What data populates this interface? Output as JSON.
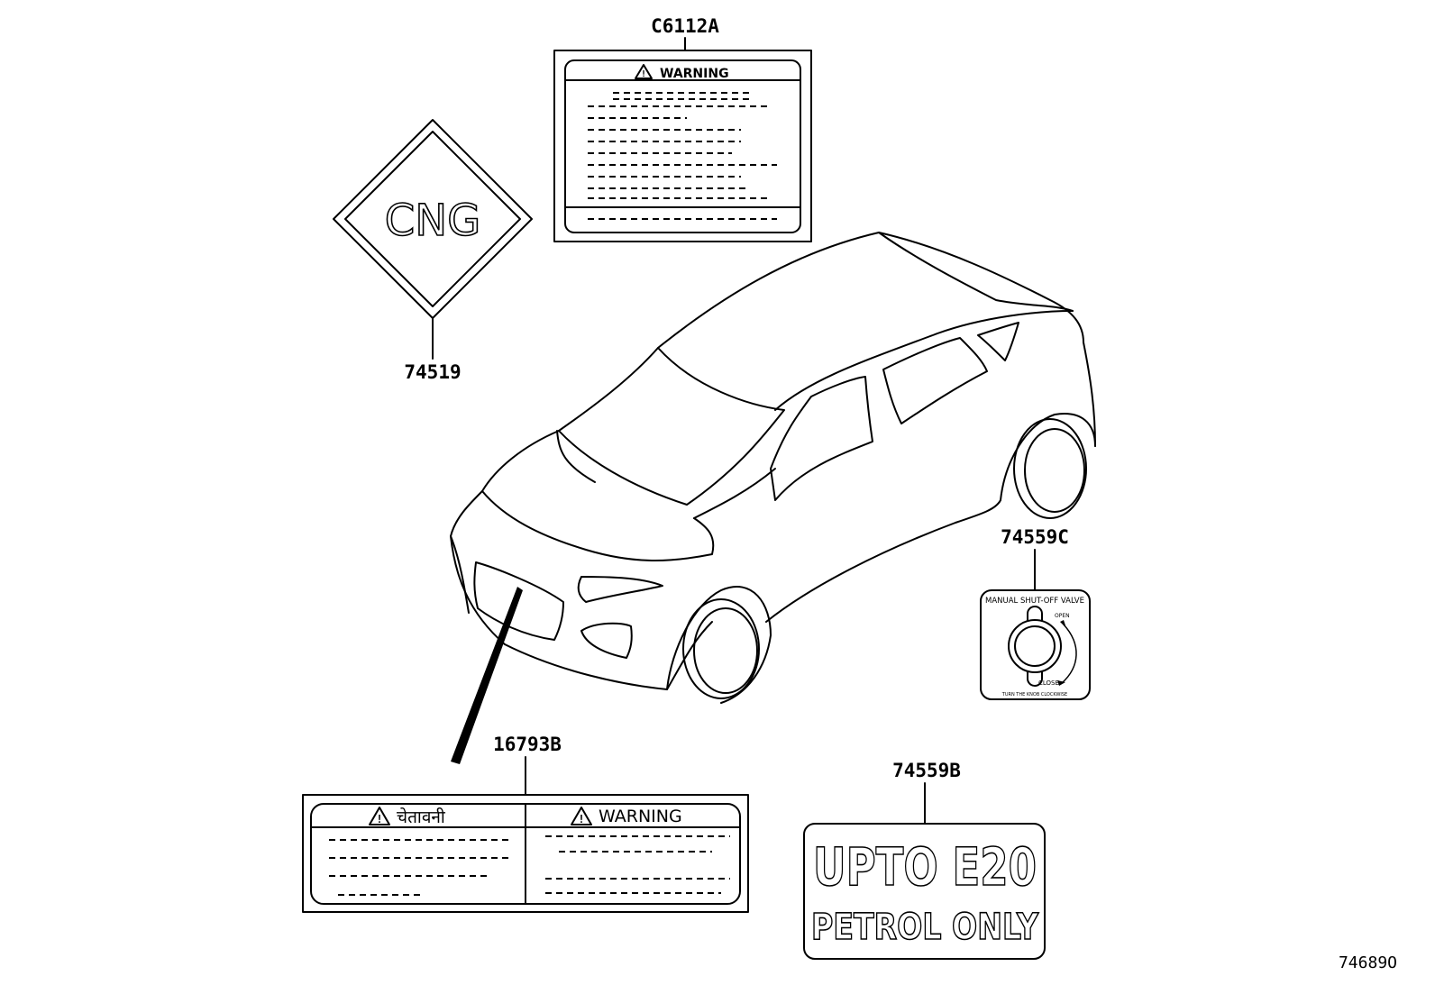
{
  "callouts": {
    "c6112a": "C6112A",
    "n74519": "74519",
    "n74559c": "74559C",
    "n16793b": "16793B",
    "n74559b": "74559B",
    "figure_id": "74689O"
  },
  "labels": {
    "cng": "CNG",
    "warning_top": "WARNING",
    "warning_hindi": "चेतावनी",
    "warning_right": "WARNING",
    "valve_title": "MANUAL SHUT-OFF VALVE",
    "valve_open": "OPEN",
    "valve_close": "CLOSE",
    "valve_bottom": "TURN THE KNOB CLOCKWISE",
    "e20_line1": "UPTO E20",
    "e20_line2": "PETROL ONLY"
  }
}
